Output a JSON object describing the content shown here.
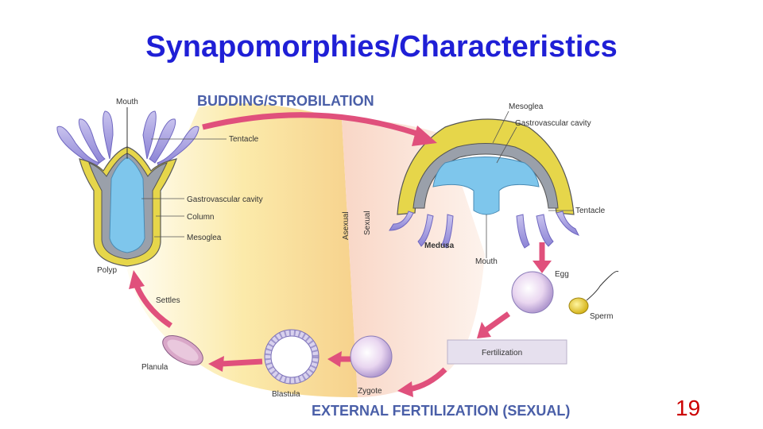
{
  "slide": {
    "title": "Synapomorphies/Characteristics",
    "page_number": "19"
  },
  "diagram": {
    "cycle_top": "BUDDING/STROBILATION",
    "cycle_bottom": "EXTERNAL FERTILIZATION (SEXUAL)",
    "asexual": "Asexual",
    "sexual": "Sexual",
    "polyp_labels": {
      "mouth": "Mouth",
      "tentacle": "Tentacle",
      "gastrovascular_cavity": "Gastrovascular cavity",
      "column": "Column",
      "mesoglea": "Mesoglea",
      "polyp": "Polyp"
    },
    "medusa_labels": {
      "mesoglea": "Mesoglea",
      "gastrovascular_cavity": "Gastrovascular cavity",
      "tentacle": "Tentacle",
      "medusa": "Medusa",
      "mouth": "Mouth"
    },
    "stages": {
      "egg": "Egg",
      "sperm": "Sperm",
      "fertilization": "Fertilization",
      "zygote": "Zygote",
      "blastula": "Blastula",
      "planula": "Planula",
      "settles": "Settles"
    }
  }
}
